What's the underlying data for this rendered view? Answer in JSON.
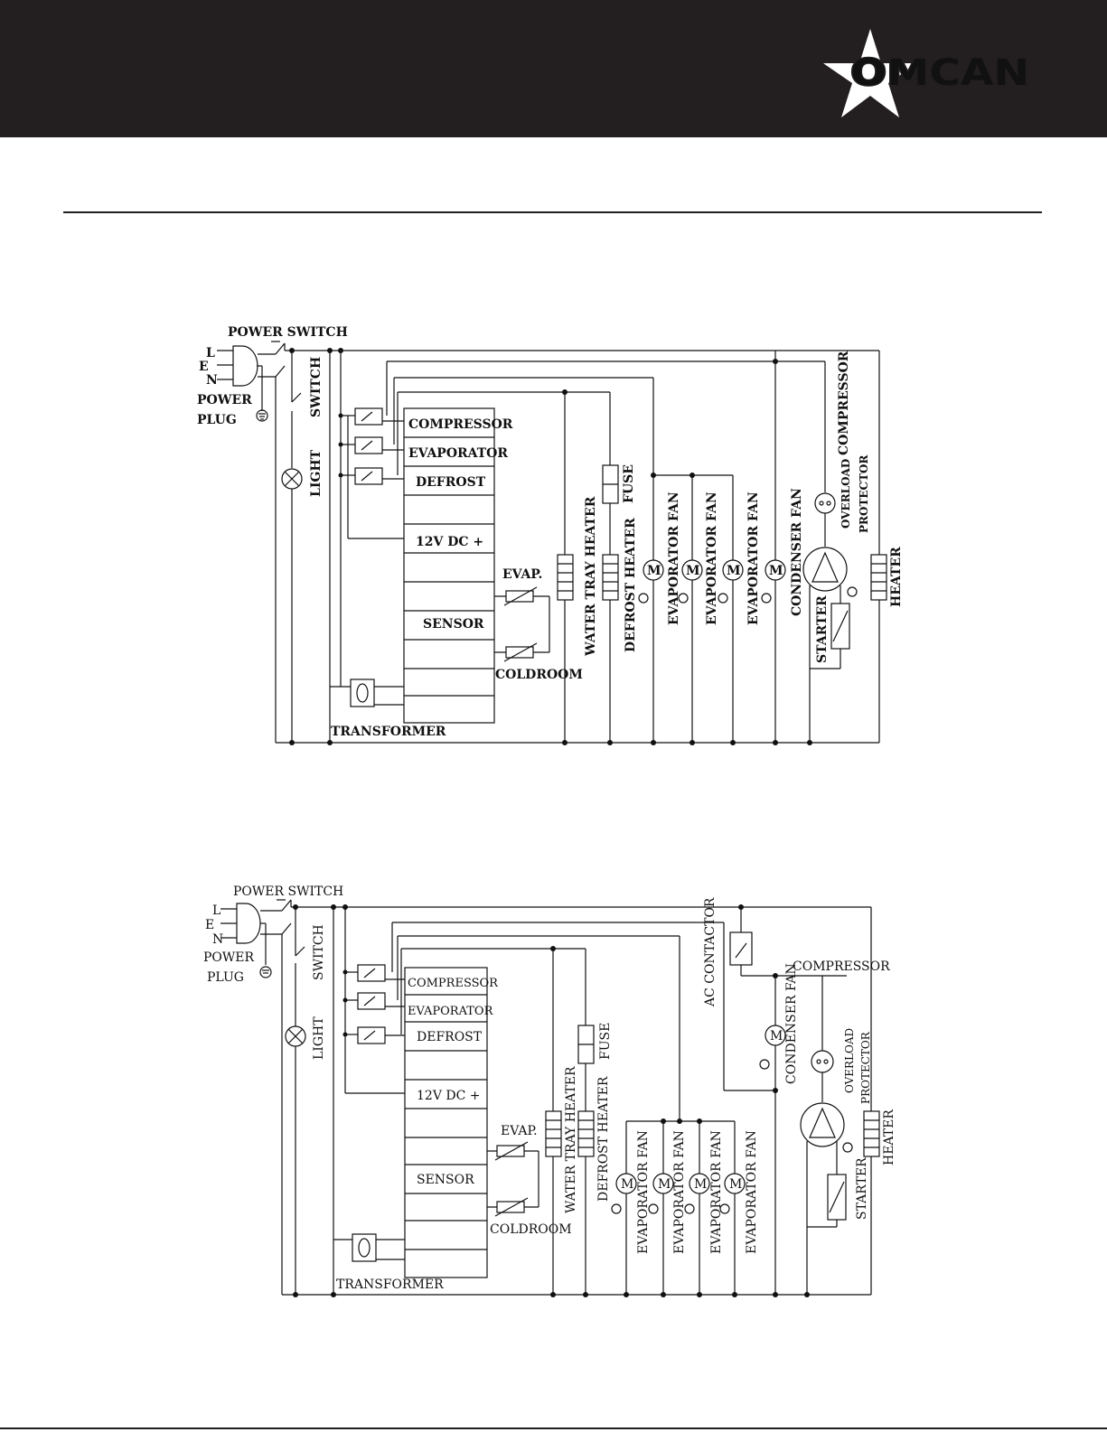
{
  "brand": {
    "name": "OMCAN",
    "header_color": "#231f20"
  },
  "diagram1": {
    "labels": {
      "power_switch": "POWER SWITCH",
      "l": "L",
      "e": "E",
      "n": "N",
      "power": "POWER",
      "plug": "PLUG",
      "switch": "SWITCH",
      "light": "LIGHT",
      "compressor_terminal": "COMPRESSOR",
      "evaporator_terminal": "EVAPORATOR",
      "defrost_terminal": "DEFROST",
      "dc": "12V DC +",
      "sensor": "SENSOR",
      "evap": "EVAP.",
      "coldroom": "COLDROOM",
      "transformer": "TRANSFORMER",
      "water_tray_heater": "WATER TRAY HEATER",
      "fuse": "FUSE",
      "defrost_heater": "DEFROST HEATER",
      "evaporator_fan": "EVAPORATOR FAN",
      "condenser_fan": "CONDENSER FAN",
      "compressor": "COMPRESSOR",
      "overload": "OVERLOAD",
      "protector": "PROTECTOR",
      "starter": "STARTER",
      "heater": "HEATER",
      "motor": "M"
    }
  },
  "diagram2": {
    "labels": {
      "power_switch": "POWER SWITCH",
      "l": "L",
      "e": "E",
      "n": "N",
      "power": "POWER",
      "plug": "PLUG",
      "switch": "SWITCH",
      "light": "LIGHT",
      "compressor_terminal": "COMPRESSOR",
      "evaporator_terminal": "EVAPORATOR",
      "defrost_terminal": "DEFROST",
      "dc": "12V DC +",
      "sensor": "SENSOR",
      "evap": "EVAP.",
      "coldroom": "COLDROOM",
      "transformer": "TRANSFORMER",
      "water_tray_heater": "WATER TRAY HEATER",
      "fuse": "FUSE",
      "defrost_heater": "DEFROST HEATER",
      "evaporator_fan": "EVAPORATOR FAN",
      "ac_contactor": "AC CONTACTOR",
      "condenser_fan": "CONDENSER FAN",
      "compressor": "COMPRESSOR",
      "overload": "OVERLOAD",
      "protector": "PROTECTOR",
      "starter": "STARTER",
      "heater": "HEATER",
      "motor": "M"
    }
  }
}
